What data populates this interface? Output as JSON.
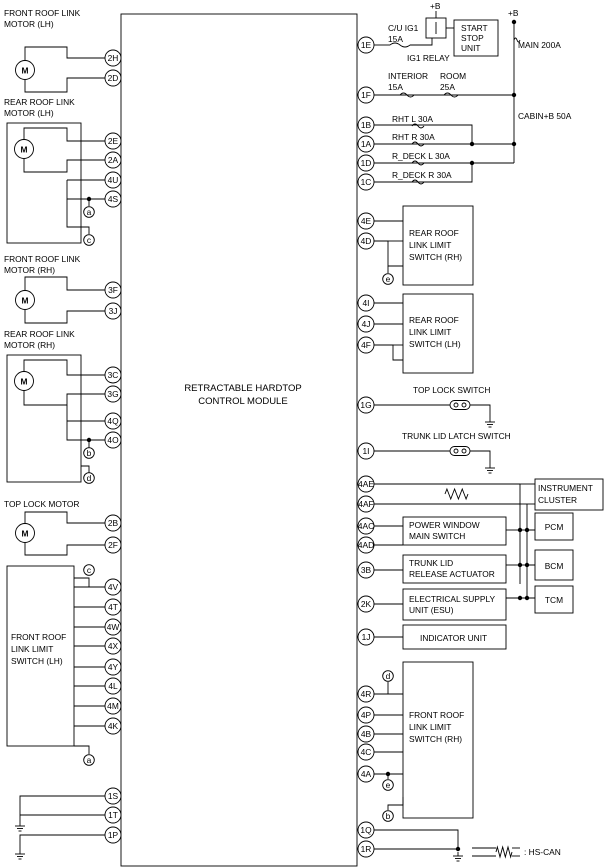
{
  "module": {
    "title_line1": "RETRACTABLE HARDTOP",
    "title_line2": "CONTROL MODULE"
  },
  "left_components": {
    "front_roof_motor_lh": [
      "FRONT ROOF LINK",
      "MOTOR (LH)"
    ],
    "rear_roof_motor_lh": [
      "REAR ROOF LINK",
      "MOTOR (LH)"
    ],
    "front_roof_motor_rh": [
      "FRONT ROOF LINK",
      "MOTOR (RH)"
    ],
    "rear_roof_motor_rh": [
      "REAR ROOF LINK",
      "MOTOR (RH)"
    ],
    "top_lock_motor": [
      "TOP LOCK MOTOR"
    ],
    "front_roof_limit_lh": [
      "FRONT ROOF",
      "LINK LIMIT",
      "SWITCH (LH)"
    ],
    "motor_symbol": "M"
  },
  "left_pins": [
    "2H",
    "2D",
    "2E",
    "2A",
    "4U",
    "4S",
    "3F",
    "3J",
    "3C",
    "3G",
    "4Q",
    "4O",
    "2B",
    "2F",
    "4V",
    "4T",
    "4W",
    "4X",
    "4Y",
    "4L",
    "4M",
    "4K",
    "1S",
    "1T",
    "1P"
  ],
  "right_pins": [
    "1E",
    "1F",
    "1B",
    "1A",
    "1D",
    "1C",
    "4E",
    "4D",
    "4I",
    "4J",
    "4F",
    "1G",
    "1I",
    "4AE",
    "4AF",
    "4AC",
    "4AD",
    "3B",
    "2K",
    "1J",
    "4R",
    "4P",
    "4B",
    "4C",
    "4A",
    "1Q",
    "1R"
  ],
  "markers": [
    "a",
    "c",
    "b",
    "d",
    "c",
    "a",
    "e",
    "d",
    "e",
    "b"
  ],
  "power": {
    "plus_b_1": "+B",
    "plus_b_2": "+B",
    "cu_ig1": "C/U IG1",
    "cu_ig1_amp": "15A",
    "ig1_relay": "IG1 RELAY",
    "start_stop": [
      "START",
      "STOP",
      "UNIT"
    ],
    "main": "MAIN 200A",
    "interior": "INTERIOR",
    "interior_amp": "15A",
    "room": "ROOM",
    "room_amp": "25A",
    "cabin": "CABIN+B 50A",
    "rht_l": "RHT L 30A",
    "rht_r": "RHT R 30A",
    "r_deck_l": "R_DECK L 30A",
    "r_deck_r": "R_DECK R 30A"
  },
  "right_components": {
    "rear_roof_limit_rh": [
      "REAR ROOF",
      "LINK LIMIT",
      "SWITCH (RH)"
    ],
    "rear_roof_limit_lh": [
      "REAR ROOF",
      "LINK LIMIT",
      "SWITCH (LH)"
    ],
    "top_lock_switch": "TOP LOCK SWITCH",
    "trunk_latch_switch": "TRUNK LID LATCH SWITCH",
    "instrument_cluster": [
      "INSTRUMENT",
      "CLUSTER"
    ],
    "pcm": "PCM",
    "bcm": "BCM",
    "tcm": "TCM",
    "power_window": [
      "POWER WINDOW",
      "MAIN SWITCH"
    ],
    "trunk_actuator": [
      "TRUNK LID",
      "RELEASE ACTUATOR"
    ],
    "esu": [
      "ELECTRICAL SUPPLY",
      "UNIT (ESU)"
    ],
    "indicator_unit": "INDICATOR UNIT",
    "front_roof_limit_rh": [
      "FRONT ROOF",
      "LINK LIMIT",
      "SWITCH (RH)"
    ]
  },
  "legend": {
    "hs_can": ": HS-CAN"
  }
}
